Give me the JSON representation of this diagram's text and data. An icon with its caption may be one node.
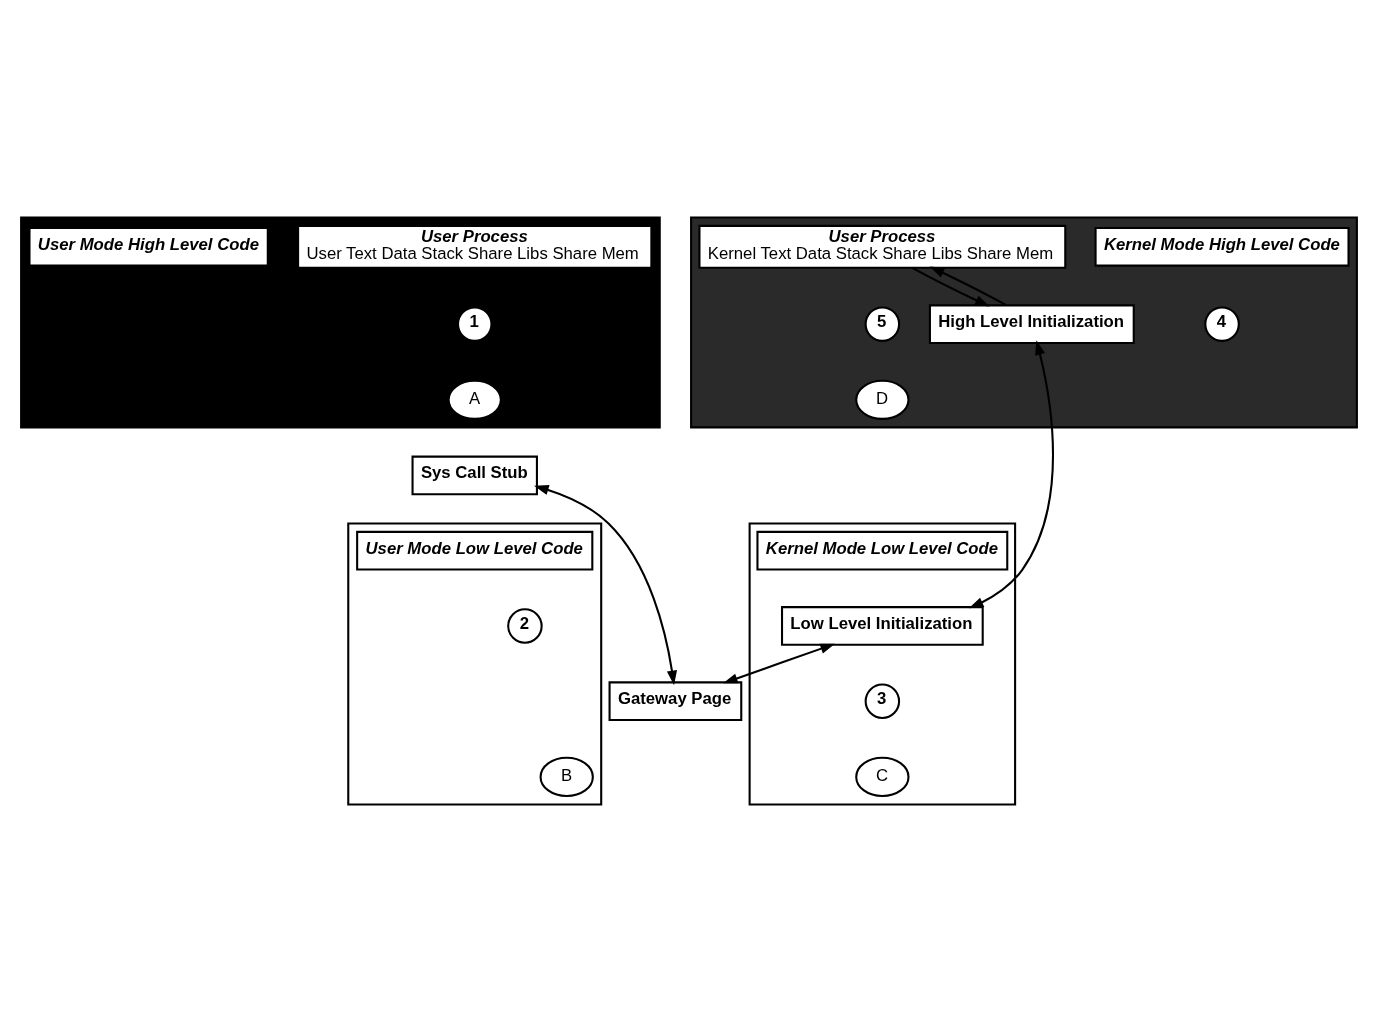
{
  "diagram": {
    "nodes": [
      {
        "text": [],
        "shape": "box"
      },
      {
        "text": [
          "User Process",
          "User Text Data Stack Share Libs Share Mem"
        ],
        "in": 0
      },
      {
        "text": [
          "User Mode High Level Code"
        ],
        "in": 0
      },
      {
        "text": [
          "1"
        ],
        "in": 0
      },
      {
        "text": [
          "A"
        ],
        "in": 0
      },
      {
        "text": [
          "Sys Call Stub"
        ]
      },
      {
        "text": [],
        "shape": "box"
      },
      {
        "text": [
          "User Mode Low Level Code"
        ],
        "in": 6
      },
      {
        "text": [
          "2"
        ],
        "in": 6
      },
      {
        "text": [
          "B"
        ],
        "in": 6
      },
      {
        "text": [
          "Gateway Page"
        ]
      },
      {
        "text": [],
        "shape": "box"
      },
      {
        "text": [
          "Kernel Mode Low Level Code"
        ],
        "in": 11
      },
      {
        "text": [
          "Low Level Initialization"
        ],
        "in": 11
      },
      {
        "text": [
          "3"
        ],
        "in": 11
      },
      {
        "text": [
          "C"
        ],
        "in": 11
      },
      {
        "text": [],
        "shape": "box"
      },
      {
        "text": [
          "Kernel Mode High Level Code"
        ],
        "in": 16
      },
      {
        "text": [
          "User Process",
          "Kernel Text Data Stack Share Libs Share Mem"
        ],
        "in": 16
      },
      {
        "text": [
          "4"
        ],
        "in": 16
      },
      {
        "text": [
          "5"
        ],
        "in": 16
      },
      {
        "text": [
          "High Level Initialization"
        ],
        "in": 16
      },
      {
        "text": [
          "D"
        ],
        "in": 16
      }
    ],
    "edges": [
      {
        "from": 5,
        "to": 10,
        "arrow": "both"
      },
      {
        "from": 10,
        "to": 13,
        "arrow": "both"
      },
      {
        "from": 21,
        "to": 13,
        "arrow": "both"
      },
      {
        "from": 21,
        "to": 18,
        "arrow": "to"
      },
      {
        "from": 18,
        "to": 21,
        "arrow": "to"
      }
    ]
  }
}
